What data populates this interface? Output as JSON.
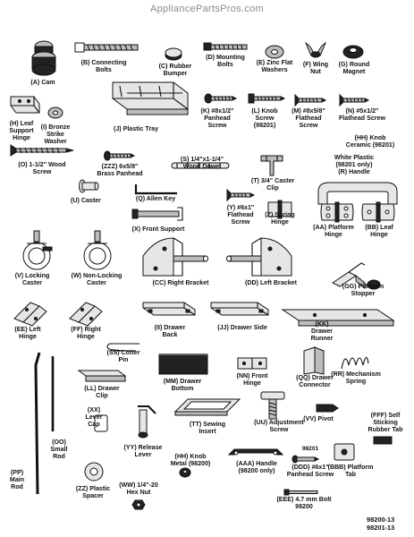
{
  "header": {
    "watermark": "AppliancePartsPros.com"
  },
  "parts": {
    "A": "(A) Cam",
    "B": "(B) Connecting\nBolts",
    "C": "(C) Rubber\nBumper",
    "D": "(D) Mounting\nBolts",
    "E": "(E) Zinc Flat\nWashers",
    "F": "(F) Wing\nNut",
    "G": "(G) Round\nMagnet",
    "H": "(H) Leaf\nSupport\nHinge",
    "I": "(I) Bronze\nStrike\nWasher",
    "J": "(J) Plastic Tray",
    "K": "(K) #8x1/2\"\nPanhead\nScrew",
    "L": "(L) Knob\nScrew\n(98201)",
    "M": "(M) #8x5/8\"\nFlathead\nScrew",
    "N": "(N) #5x1/2\"\nFlathead Screw",
    "HH_top": "(HH) Knob\nCeramic (98201)",
    "O": "(O) 1-1/2\" Wood\nScrew",
    "ZZZ": "(ZZZ) 6x5/8\"\nBrass Panhead",
    "S": "(S) 1/4\"x1-1/4\"\nWood Dowel",
    "T": "(T) 3/4\" Caster\nClip",
    "R": "White Plastic\n(98201 only)\n(R) Handle",
    "U": "(U) Caster",
    "Q": "(Q) Allen Key",
    "X": "(X) Front Support",
    "Y": "(Y) #6x1\"\nFlathead\nScrew",
    "Z": "(Z) Spring\nHinge",
    "AA": "(AA) Platform\nHinge",
    "BB": "(BB) Leaf\nHinge",
    "V": "(V) Locking\nCaster",
    "W": "(W) Non-Locking\nCaster",
    "CC": "(CC) Right Bracket",
    "DD": "(DD) Left Bracket",
    "GG": "(GG) Platform\nStopper",
    "EE": "(EE) Left\nHinge",
    "FF": "(FF) Right\nHinge",
    "II": "(II) Drawer\nBack",
    "JJ": "(JJ) Drawer Side",
    "KK": "(KK) Drawer\nRunner",
    "SS": "(SS) Cotter\nPin",
    "LL": "(LL) Drawer\nClip",
    "MM": "(MM) Drawer\nBottom",
    "NN": "(NN) Front\nHinge",
    "QQ": "(QQ) Drawer\nConnector",
    "RR": "(RR) Mechanism\nSpring",
    "XX": "(XX) Lever\nCap",
    "TT": "(TT) Sewing\nInsert",
    "UU": "(UU) Adjustment\nScrew",
    "VV": "(VV) Pivot",
    "FFF": "(FFF) Self\nSticking\nRubber Tab",
    "OO": "(OO) Small\nRod",
    "YY": "(YY) Release\nLever",
    "HH_bottom": "(HH) Knob\nMetal (98200)",
    "AAA": "(AAA) Handle\n(98200 only)",
    "DDD_num": "98201",
    "DDD": "(DDD) #6x1\"\nPanhead Screw",
    "BBB": "(BBB) Platform\nTab",
    "PP": "(PP) Main\nRod",
    "ZZ": "(ZZ) Plastic\nSpacer",
    "WW": "(WW) 1/4\"-20\nHex Nut",
    "EEE": "(EEE) 4.7 mm Bolt\n98200"
  },
  "model_numbers": "98200-13\n98201-13"
}
